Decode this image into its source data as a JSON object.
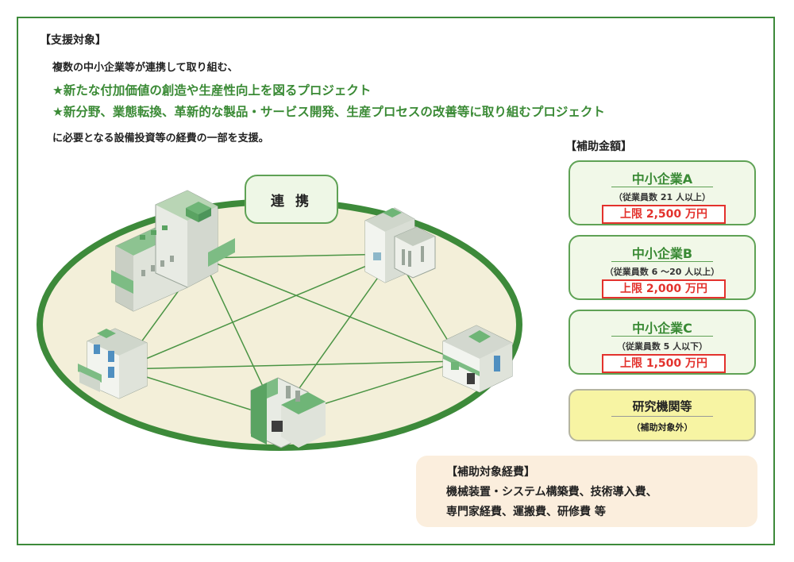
{
  "section_title": "【支援対象】",
  "intro": "複数の中小企業等が連携して取り組む、",
  "star_items": [
    "★新たな付加価値の創造や生産性向上を図るプロジェクト",
    "★新分野、業態転換、革新的な製品・サービス開発、生産プロセスの改善等に取り組むプロジェクト"
  ],
  "outro": "に必要となる設備投資等の経費の一部を支援。",
  "cooperation_label": "連 携",
  "subsidy_title": "【補助金額】",
  "companies": [
    {
      "name": "中小企業A",
      "employees": "（従業員数 21 人以上）",
      "limit": "上限 2,500 万円"
    },
    {
      "name": "中小企業B",
      "employees": "（従業員数 6 〜20 人以上）",
      "limit": "上限 2,000 万円"
    },
    {
      "name": "中小企業C",
      "employees": "（従業員数 5 人以下）",
      "limit": "上限 1,500 万円"
    }
  ],
  "institution": {
    "name": "研究機関等",
    "note": "（補助対象外）"
  },
  "eligible_costs": {
    "title": "【補助対象経費】",
    "line1": "機械装置・システム構築費、技術導入費、",
    "line2": "専門家経費、運搬費、研修費 等"
  },
  "colors": {
    "frame_green": "#3d8a3a",
    "accent_green": "#3a8a35",
    "limit_red": "#e3322d",
    "ground": "#f3efd9",
    "institution_yellow": "#f7f4a3",
    "cost_bg": "#fbeedd"
  },
  "icons": [
    "factory-building-icon",
    "office-building-icon",
    "lab-building-icon",
    "plant-building-icon",
    "shop-building-icon"
  ]
}
